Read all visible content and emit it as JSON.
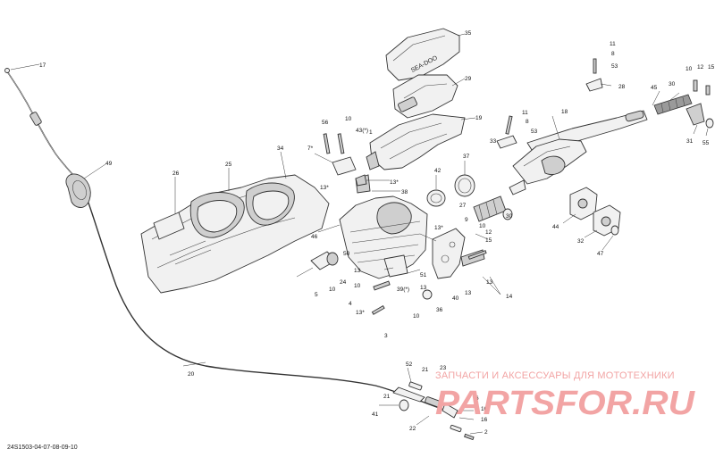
{
  "diagram": {
    "reference_code": "24S1503-04-07-08-09-10",
    "callouts": [
      {
        "id": "c17",
        "text": "17"
      },
      {
        "id": "c49",
        "text": "49"
      },
      {
        "id": "c20",
        "text": "20"
      },
      {
        "id": "c26",
        "text": "26"
      },
      {
        "id": "c25",
        "text": "25"
      },
      {
        "id": "c34",
        "text": "34"
      },
      {
        "id": "c35",
        "text": "35"
      },
      {
        "id": "c29",
        "text": "29"
      },
      {
        "id": "c19",
        "text": "19"
      },
      {
        "id": "c56",
        "text": "56"
      },
      {
        "id": "c10a",
        "text": "10"
      },
      {
        "id": "c7s",
        "text": "7*"
      },
      {
        "id": "c43",
        "text": "43(*)"
      },
      {
        "id": "c1",
        "text": "1"
      },
      {
        "id": "c13a",
        "text": "13*"
      },
      {
        "id": "c13b",
        "text": "13*"
      },
      {
        "id": "c38",
        "text": "38"
      },
      {
        "id": "c46",
        "text": "46"
      },
      {
        "id": "c42",
        "text": "42"
      },
      {
        "id": "c37",
        "text": "37"
      },
      {
        "id": "c27",
        "text": "27"
      },
      {
        "id": "c13c",
        "text": "13*"
      },
      {
        "id": "c50",
        "text": "50"
      },
      {
        "id": "c24",
        "text": "24"
      },
      {
        "id": "c10b",
        "text": "10"
      },
      {
        "id": "c5",
        "text": "5"
      },
      {
        "id": "c13d",
        "text": "13"
      },
      {
        "id": "c10c",
        "text": "10"
      },
      {
        "id": "c4",
        "text": "4"
      },
      {
        "id": "c13e",
        "text": "13*"
      },
      {
        "id": "c3",
        "text": "3"
      },
      {
        "id": "c39",
        "text": "39(*)"
      },
      {
        "id": "c10d",
        "text": "10"
      },
      {
        "id": "c36",
        "text": "36"
      },
      {
        "id": "c51",
        "text": "51"
      },
      {
        "id": "c13f",
        "text": "13"
      },
      {
        "id": "c40",
        "text": "40"
      },
      {
        "id": "c13g",
        "text": "13"
      },
      {
        "id": "c14",
        "text": "14"
      },
      {
        "id": "c13h",
        "text": "13"
      },
      {
        "id": "c15a",
        "text": "15"
      },
      {
        "id": "c12a",
        "text": "12"
      },
      {
        "id": "c10e",
        "text": "10"
      },
      {
        "id": "c9",
        "text": "9"
      },
      {
        "id": "c30a",
        "text": "30"
      },
      {
        "id": "c33",
        "text": "33"
      },
      {
        "id": "c11a",
        "text": "11"
      },
      {
        "id": "c8a",
        "text": "8"
      },
      {
        "id": "c53a",
        "text": "53"
      },
      {
        "id": "c18",
        "text": "18"
      },
      {
        "id": "c11b",
        "text": "11"
      },
      {
        "id": "c8b",
        "text": "8"
      },
      {
        "id": "c53b",
        "text": "53"
      },
      {
        "id": "c28",
        "text": "28"
      },
      {
        "id": "c45",
        "text": "45"
      },
      {
        "id": "c10f",
        "text": "10"
      },
      {
        "id": "c30b",
        "text": "30"
      },
      {
        "id": "c12b",
        "text": "12"
      },
      {
        "id": "c15b",
        "text": "15"
      },
      {
        "id": "c31",
        "text": "31"
      },
      {
        "id": "c55",
        "text": "55"
      },
      {
        "id": "c44",
        "text": "44"
      },
      {
        "id": "c32",
        "text": "32"
      },
      {
        "id": "c47",
        "text": "47"
      },
      {
        "id": "c52",
        "text": "52"
      },
      {
        "id": "c21a",
        "text": "21"
      },
      {
        "id": "c23",
        "text": "23"
      },
      {
        "id": "c21b",
        "text": "21"
      },
      {
        "id": "c41",
        "text": "41"
      },
      {
        "id": "c22",
        "text": "22"
      },
      {
        "id": "c6",
        "text": "6"
      },
      {
        "id": "c10g",
        "text": "10"
      },
      {
        "id": "c16",
        "text": "16"
      },
      {
        "id": "c2",
        "text": "2"
      }
    ]
  },
  "watermark": {
    "caption": "ЗАПЧАСТИ И АКСЕССУАРЫ ДЛЯ МОТОТЕХНИКИ",
    "logo_text": "PARTSFOR.RU",
    "color": "#f2a4a4"
  },
  "brand_on_part": "SEA-DOO"
}
